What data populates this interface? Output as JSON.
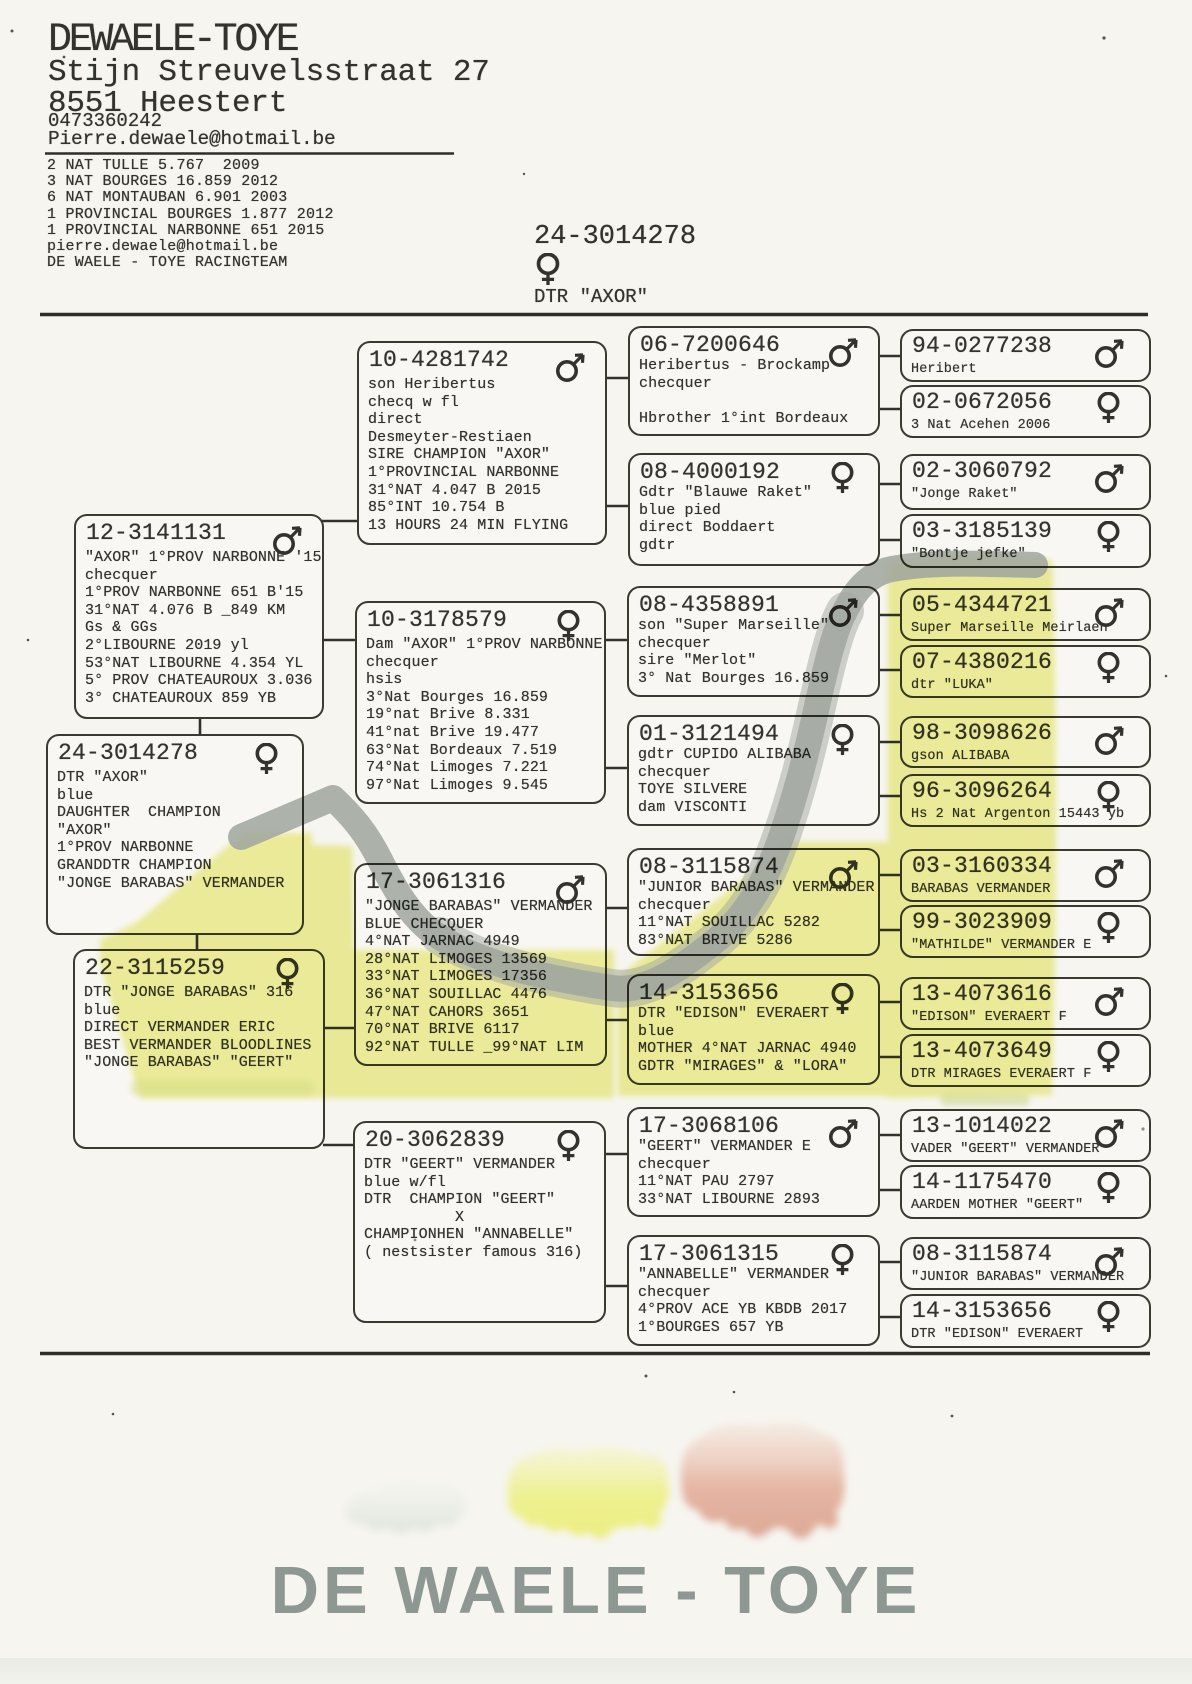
{
  "header": {
    "name": "DEWAELE-TOYE",
    "address_line1": "Stijn Streuvelsstraat 27",
    "address_line2": "8551 Heestert",
    "phone": "0473360242",
    "email": "Pierre.dewaele@hotmail.be",
    "achievements": [
      "2 NAT TULLE 5.767  2009",
      "3 NAT BOURGES 16.859 2012",
      "6 NAT MONTAUBAN 6.901 2003",
      "1 PROVINCIAL BOURGES 1.877 2012",
      "1 PROVINCIAL NARBONNE 651 2015",
      "pierre.dewaele@hotmail.be",
      "DE WAELE - TOYE RACINGTEAM"
    ]
  },
  "subject": {
    "ring": "24-3014278",
    "sex": "female",
    "label": "DTR \"AXOR\""
  },
  "boxes": {
    "b12": {
      "ring": "12-3141131",
      "sex": "male",
      "lines": [
        "\"AXOR\" 1°PROV NARBONNE '15",
        "checquer",
        "1°PROV NARBONNE 651 B'15",
        "31°NAT 4.076 B _849 KM",
        "Gs & GGs",
        "2°LIBOURNE 2019 yl",
        "53°NAT LIBOURNE 4.354 YL",
        "5° PROV CHATEAUROUX 3.036",
        "3° CHATEAUROUX 859 YB"
      ]
    },
    "b24": {
      "ring": "24-3014278",
      "sex": "female",
      "lines": [
        "DTR \"AXOR\"",
        "blue",
        "DAUGHTER  CHAMPION",
        "\"AXOR\"",
        "1°PROV NARBONNE",
        "GRANDDTR CHAMPION",
        "\"JONGE BARABAS\" VERMANDER"
      ]
    },
    "b22": {
      "ring": "22-3115259",
      "sex": "female",
      "lines": [
        "DTR \"JONGE BARABAS\" 316",
        "blue",
        "DIRECT VERMANDER ERIC",
        "BEST VERMANDER BLOODLINES",
        "\"JONGE BARABAS\" \"GEERT\""
      ]
    },
    "b10s": {
      "ring": "10-4281742",
      "sex": "male",
      "lines": [
        "son Heribertus",
        "checq w fl",
        "direct",
        "Desmeyter-Restiaen",
        "SIRE CHAMPION \"AXOR\"",
        "1°PROVINCIAL NARBONNE",
        "31°NAT 4.047 B 2015",
        "85°INT 10.754 B",
        "13 HOURS 24 MIN FLYING"
      ]
    },
    "b10d": {
      "ring": "10-3178579",
      "sex": "female",
      "lines": [
        "Dam \"AXOR\" 1°PROV NARBONNE",
        "checquer",
        "hsis",
        "3°Nat Bourges 16.859",
        "19°nat Brive 8.331",
        "41°nat Brive 19.477",
        "63°Nat Bordeaux 7.519",
        "74°Nat Limoges 7.221",
        "97°Nat Limoges 9.545"
      ]
    },
    "b17": {
      "ring": "17-3061316",
      "sex": "male",
      "lines": [
        "\"JONGE BARABAS\" VERMANDER",
        "BLUE CHECQUER",
        "4°NAT JARNAC 4949",
        "28°NAT LIMOGES 13569",
        "33°NAT LIMOGES 17356",
        "36°NAT SOUILLAC 4476",
        "47°NAT CAHORS 3651",
        "70°NAT BRIVE 6117",
        "92°NAT TULLE _99°NAT LIM"
      ]
    },
    "b20": {
      "ring": "20-3062839",
      "sex": "female",
      "lines": [
        "DTR \"GEERT\" VERMANDER",
        "blue w/fl",
        "DTR  CHAMPION \"GEERT\"",
        "          X",
        "CHAMPIONHEN \"ANNABELLE\"",
        "( nestsister famous 316)"
      ]
    },
    "b06": {
      "ring": "06-7200646",
      "sex": "male",
      "lines": [
        "Heribertus - Brockamp",
        "checquer",
        "",
        "Hbrother 1°int Bordeaux"
      ]
    },
    "b08r": {
      "ring": "08-4000192",
      "sex": "female",
      "lines": [
        "Gdtr \"Blauwe Raket\"",
        "blue pied",
        "direct Boddaert",
        "gdtr"
      ]
    },
    "b08m": {
      "ring": "08-4358891",
      "sex": "male",
      "lines": [
        "son \"Super Marseille\"",
        "checquer",
        "sire \"Merlot\"",
        "3° Nat Bourges 16.859"
      ]
    },
    "b01": {
      "ring": "01-3121494",
      "sex": "female",
      "lines": [
        "gdtr CUPIDO ALIBABA",
        "checquer",
        "TOYE SILVERE",
        "dam VISCONTI"
      ]
    },
    "b08b": {
      "ring": "08-3115874",
      "sex": "male",
      "lines": [
        "\"JUNIOR BARABAS\" VERMANDER",
        "checquer",
        "11°NAT SOUILLAC 5282",
        "83°NAT BRIVE 5286"
      ]
    },
    "b14": {
      "ring": "14-3153656",
      "sex": "female",
      "lines": [
        "DTR \"EDISON\" EVERAERT",
        "blue",
        "MOTHER 4°NAT JARNAC 4940",
        "GDTR \"MIRAGES\" & \"LORA\""
      ]
    },
    "b17g": {
      "ring": "17-3068106",
      "sex": "male",
      "lines": [
        "\"GEERT\" VERMANDER E",
        "checquer",
        "11°NAT PAU 2797",
        "33°NAT LIBOURNE 2893"
      ]
    },
    "b17a": {
      "ring": "17-3061315",
      "sex": "female",
      "lines": [
        "\"ANNABELLE\" VERMANDER",
        "checquer",
        "4°PROV ACE YB KBDB 2017",
        "1°BOURGES 657 YB"
      ]
    },
    "b94": {
      "ring": "94-0277238",
      "sex": "male",
      "lines": [
        "Heribert"
      ]
    },
    "b02f": {
      "ring": "02-0672056",
      "sex": "female",
      "lines": [
        "3 Nat Acehen 2006"
      ]
    },
    "b02j": {
      "ring": "02-3060792",
      "sex": "male",
      "lines": [
        "\"Jonge Raket\""
      ]
    },
    "b03b": {
      "ring": "03-3185139",
      "sex": "female",
      "lines": [
        "\"Bontje jefke\""
      ]
    },
    "b05": {
      "ring": "05-4344721",
      "sex": "male",
      "lines": [
        "Super Marseille Meirlaen"
      ]
    },
    "b07": {
      "ring": "07-4380216",
      "sex": "female",
      "lines": [
        "dtr \"LUKA\""
      ]
    },
    "b98": {
      "ring": "98-3098626",
      "sex": "male",
      "lines": [
        "gson ALIBABA"
      ]
    },
    "b96": {
      "ring": "96-3096264",
      "sex": "female",
      "lines": [
        "Hs 2 Nat Argenton 15443 yb"
      ]
    },
    "b03v": {
      "ring": "03-3160334",
      "sex": "male",
      "lines": [
        "BARABAS VERMANDER"
      ]
    },
    "b99": {
      "ring": "99-3023909",
      "sex": "female",
      "lines": [
        "\"MATHILDE\" VERMANDER E"
      ]
    },
    "b13e": {
      "ring": "13-4073616",
      "sex": "male",
      "lines": [
        "\"EDISON\" EVERAERT F"
      ]
    },
    "b13d": {
      "ring": "13-4073649",
      "sex": "female",
      "lines": [
        "DTR MIRAGES EVERAERT F"
      ]
    },
    "b13v": {
      "ring": "13-1014022",
      "sex": "male",
      "lines": [
        "VADER \"GEERT\" VERMANDER"
      ]
    },
    "b14a": {
      "ring": "14-1175470",
      "sex": "female",
      "lines": [
        "AARDEN MOTHER \"GEERT\""
      ]
    },
    "b08j": {
      "ring": "08-3115874",
      "sex": "male",
      "lines": [
        "\"JUNIOR BARABAS\" VERMANDER"
      ]
    },
    "b14e": {
      "ring": "14-3153656",
      "sex": "female",
      "lines": [
        "DTR \"EDISON\" EVERAERT"
      ]
    }
  },
  "logo": {
    "text": "DE WAELE - TOYE"
  },
  "colors": {
    "ink": "#33332e",
    "highlight_yellow": "#f1f2a0",
    "marker_gray": "#a5aba7",
    "logo_gray": "#8e9893",
    "pigeon_left": "#e3e8e0",
    "pigeon_middle": "#edf089",
    "pigeon_right": "#e0a48f"
  }
}
